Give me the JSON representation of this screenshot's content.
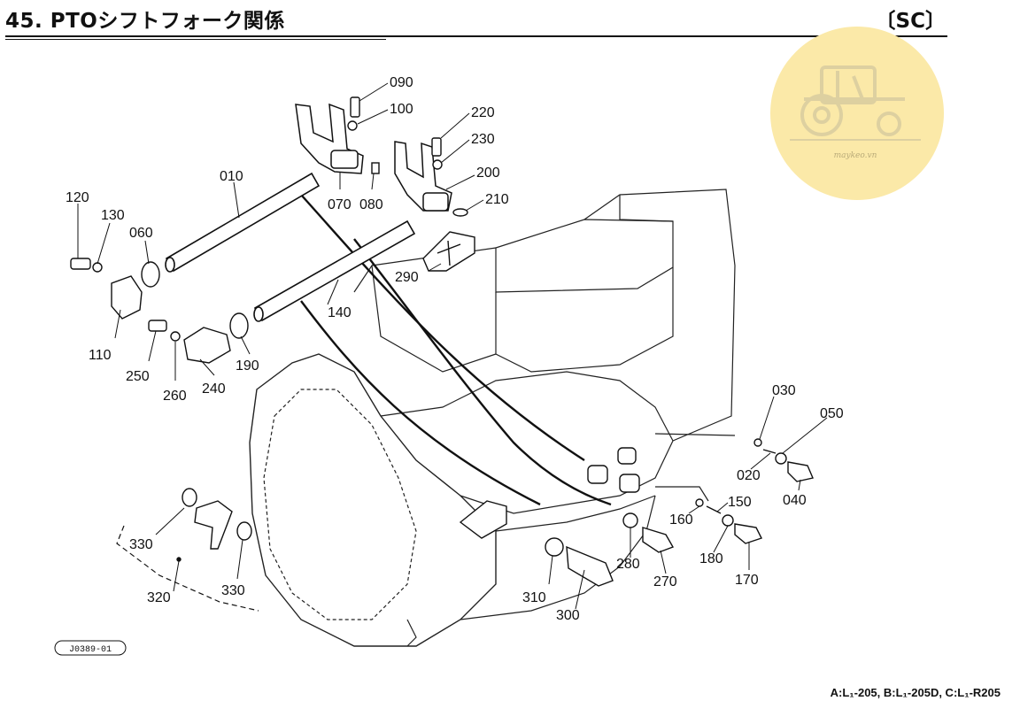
{
  "header": {
    "title": "45. PTOシフトフォーク関係",
    "code": "〔SC〕"
  },
  "diagram_code": "J0389-01",
  "watermark": {
    "text": "maykeo.vn",
    "icon": "tractor-icon",
    "color": "#fbe9a8"
  },
  "footer": {
    "model_note": "A:L₁-205, B:L₁-205D, C:L₁-R205"
  },
  "parts": {
    "p090": "090",
    "p100": "100",
    "p220": "220",
    "p230": "230",
    "p200": "200",
    "p210": "210",
    "p010": "010",
    "p070": "070",
    "p080": "080",
    "p120": "120",
    "p130": "130",
    "p060": "060",
    "p290": "290",
    "p140": "140",
    "p110": "110",
    "p250": "250",
    "p260": "260",
    "p240": "240",
    "p190": "190",
    "p030": "030",
    "p050": "050",
    "p020": "020",
    "p040": "040",
    "p150": "150",
    "p160": "160",
    "p180": "180",
    "p170": "170",
    "p280": "280",
    "p270": "270",
    "p310": "310",
    "p300": "300",
    "p330a": "330",
    "p330b": "330",
    "p320": "320"
  }
}
